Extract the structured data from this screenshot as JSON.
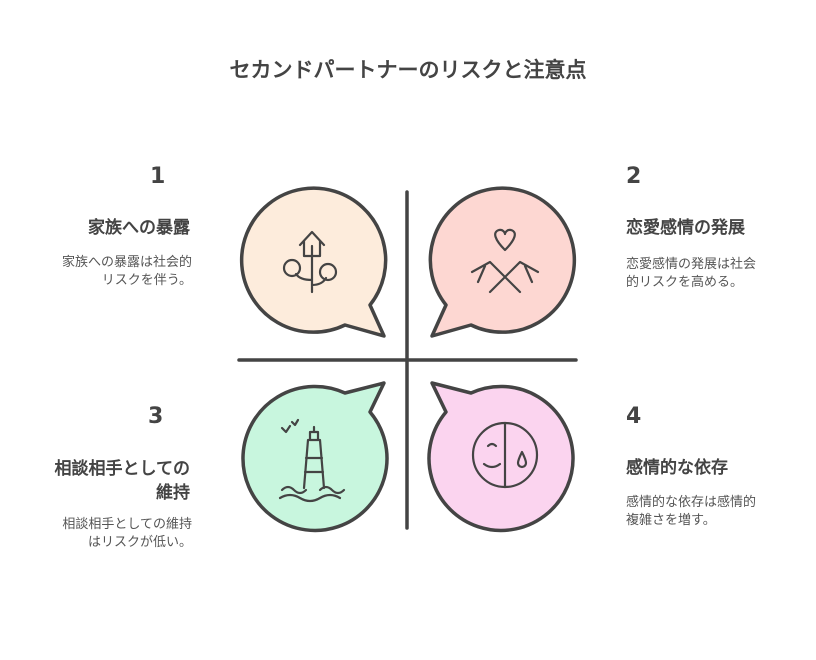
{
  "title": "セカンドパートナーのリスクと注意点",
  "items": [
    {
      "number": "1",
      "heading": "家族への暴露",
      "description": "家族への暴露は社会的リスクを伴う。",
      "icon": "house-flowers-icon",
      "color": "#fdecdc"
    },
    {
      "number": "2",
      "heading": "恋愛感情の発展",
      "description": "恋愛感情の発展は社会的リスクを高める。",
      "icon": "hands-heart-icon",
      "color": "#fdd7d2"
    },
    {
      "number": "3",
      "heading": "相談相手としての維持",
      "description": "相談相手としての維持はリスクが低い。",
      "icon": "lighthouse-icon",
      "color": "#c8f6de"
    },
    {
      "number": "4",
      "heading": "感情的な依存",
      "description": "感情的な依存は感情的複雑さを増す。",
      "icon": "sad-face-icon",
      "color": "#fbd4ef"
    }
  ]
}
